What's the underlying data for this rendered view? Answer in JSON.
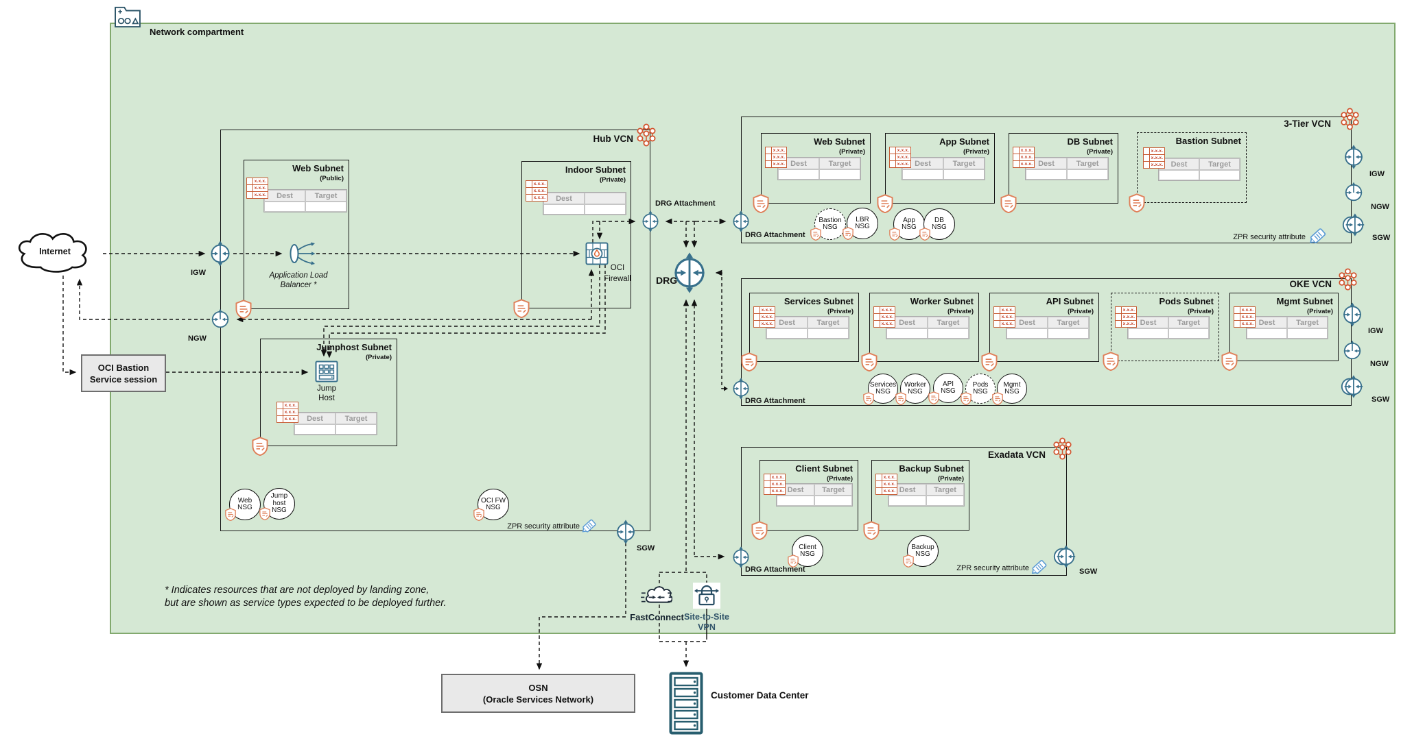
{
  "compartment": {
    "label": "Network compartment"
  },
  "internet": {
    "label": "Internet"
  },
  "bastion_session": {
    "line1": "OCI Bastion",
    "line2": "Service session"
  },
  "footnote": {
    "line1": "* Indicates resources that are not deployed by landing zone,",
    "line2": "but are shown as service types expected to be deployed further."
  },
  "osn": {
    "line1": "OSN",
    "line2": "(Oracle Services Network)"
  },
  "customer_dc": {
    "label": "Customer Data Center"
  },
  "fastconnect": {
    "label": "FastConnect"
  },
  "vpn": {
    "line1": "Site-to-Site",
    "line2": "VPN"
  },
  "zpr": {
    "label": "ZPR security attribute"
  },
  "drg": {
    "label": "DRG",
    "attachment": "DRG Attachment"
  },
  "table": {
    "dest": "Dest",
    "target": "Target",
    "route_row": "x.x.x."
  },
  "hub": {
    "title": "Hub VCN",
    "igw": "IGW",
    "ngw": "NGW",
    "sgw": "SGW",
    "subnets": {
      "web": {
        "name": "Web Subnet",
        "visibility": "(Public)"
      },
      "indoor": {
        "name": "Indoor Subnet",
        "visibility": "(Private)"
      },
      "jumphost": {
        "name": "Jumphost Subnet",
        "visibility": "(Private)"
      }
    },
    "alb": {
      "line1": "Application Load",
      "line2": "Balancer *"
    },
    "firewall": {
      "line1": "OCI",
      "line2": "Firewall"
    },
    "jumphost": {
      "line1": "Jump",
      "line2": "Host"
    },
    "nsgs": {
      "web": "Web NSG",
      "jumphost": "Jump host NSG",
      "ocifw": "OCI FW NSG"
    }
  },
  "three_tier": {
    "title": "3-Tier VCN",
    "igw": "IGW",
    "ngw": "NGW",
    "sgw": "SGW",
    "subnets": {
      "web": {
        "name": "Web Subnet",
        "visibility": "(Private)"
      },
      "app": {
        "name": "App Subnet",
        "visibility": "(Private)"
      },
      "db": {
        "name": "DB Subnet",
        "visibility": "(Private)"
      },
      "bastion": {
        "name": "Bastion Subnet",
        "visibility": ""
      }
    },
    "nsgs": {
      "bastion": "Bastion NSG",
      "lbr": "LBR NSG",
      "app": "App NSG",
      "db": "DB NSG"
    }
  },
  "oke": {
    "title": "OKE VCN",
    "igw": "IGW",
    "ngw": "NGW",
    "sgw": "SGW",
    "subnets": {
      "services": {
        "name": "Services Subnet",
        "visibility": "(Private)"
      },
      "worker": {
        "name": "Worker Subnet",
        "visibility": "(Private)"
      },
      "api": {
        "name": "API Subnet",
        "visibility": "(Private)"
      },
      "pods": {
        "name": "Pods Subnet",
        "visibility": "(Private)"
      },
      "mgmt": {
        "name": "Mgmt Subnet",
        "visibility": "(Private)"
      }
    },
    "nsgs": {
      "services": "Services NSG",
      "worker": "Worker NSG",
      "api": "API NSG",
      "pods": "Pods NSG",
      "mgmt": "Mgmt NSG"
    }
  },
  "exadata": {
    "title": "Exadata VCN",
    "sgw": "SGW",
    "subnets": {
      "client": {
        "name": "Client Subnet",
        "visibility": "(Private)"
      },
      "backup": {
        "name": "Backup Subnet",
        "visibility": "(Private)"
      }
    },
    "nsgs": {
      "client": "Client NSG",
      "backup": "Backup NSG"
    }
  }
}
